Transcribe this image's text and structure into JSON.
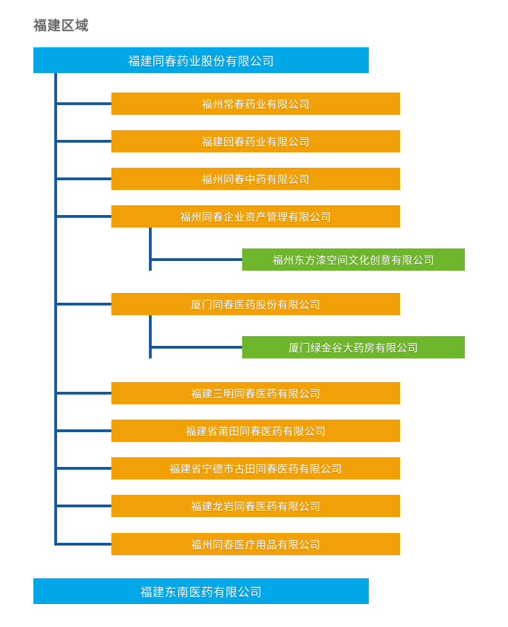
{
  "title": "福建区域",
  "colors": {
    "root": "#02A7E8",
    "branch": "#F2A007",
    "leaf": "#6EB62C",
    "connector": "#1259A0",
    "title_text": "#666666",
    "node_text": "#FFFFFF",
    "background": "#FFFFFF"
  },
  "chart_data": {
    "type": "diagram",
    "diagram_type": "organization-chart",
    "title": "福建区域",
    "orientation": "vertical-trunk-left",
    "levels": 3,
    "nodes": [
      {
        "id": "n0",
        "label": "福建同春药业股份有限公司",
        "level": 0,
        "style": "root",
        "parent": null
      },
      {
        "id": "n1",
        "label": "福州常春药业有限公司",
        "level": 1,
        "style": "branch",
        "parent": "n0"
      },
      {
        "id": "n2",
        "label": "福建回春药业有限公司",
        "level": 1,
        "style": "branch",
        "parent": "n0"
      },
      {
        "id": "n3",
        "label": "福州同春中药有限公司",
        "level": 1,
        "style": "branch",
        "parent": "n0"
      },
      {
        "id": "n4",
        "label": "福州同春企业资产管理有限公司",
        "level": 1,
        "style": "branch",
        "parent": "n0"
      },
      {
        "id": "n5",
        "label": "福州东方漆空间文化创意有限公司",
        "level": 2,
        "style": "leaf",
        "parent": "n4"
      },
      {
        "id": "n6",
        "label": "厦门同春医药股份有限公司",
        "level": 1,
        "style": "branch",
        "parent": "n0"
      },
      {
        "id": "n7",
        "label": "厦门绿金谷大药房有限公司",
        "level": 2,
        "style": "leaf",
        "parent": "n6"
      },
      {
        "id": "n8",
        "label": "福建三明同春医药有限公司",
        "level": 1,
        "style": "branch",
        "parent": "n0"
      },
      {
        "id": "n9",
        "label": "福建省莆田同春医药有限公司",
        "level": 1,
        "style": "branch",
        "parent": "n0"
      },
      {
        "id": "n10",
        "label": "福建省宁德市古田同春医药有限公司",
        "level": 1,
        "style": "branch",
        "parent": "n0"
      },
      {
        "id": "n11",
        "label": "福建龙岩同春医药有限公司",
        "level": 1,
        "style": "branch",
        "parent": "n0"
      },
      {
        "id": "n12",
        "label": "福州同春医疗用品有限公司",
        "level": 1,
        "style": "branch",
        "parent": "n0"
      },
      {
        "id": "n13",
        "label": "福建东南医药有限公司",
        "level": 0,
        "style": "root",
        "parent": null
      }
    ]
  },
  "nodes": {
    "root": "福建同春药业股份有限公司",
    "branch_1": "福州常春药业有限公司",
    "branch_2": "福建回春药业有限公司",
    "branch_3": "福州同春中药有限公司",
    "branch_4": "福州同春企业资产管理有限公司",
    "leaf_1": "福州东方漆空间文化创意有限公司",
    "branch_5": "厦门同春医药股份有限公司",
    "leaf_2": "厦门绿金谷大药房有限公司",
    "branch_6": "福建三明同春医药有限公司",
    "branch_7": "福建省莆田同春医药有限公司",
    "branch_8": "福建省宁德市古田同春医药有限公司",
    "branch_9": "福建龙岩同春医药有限公司",
    "branch_10": "福州同春医疗用品有限公司",
    "footer": "福建东南医药有限公司"
  }
}
